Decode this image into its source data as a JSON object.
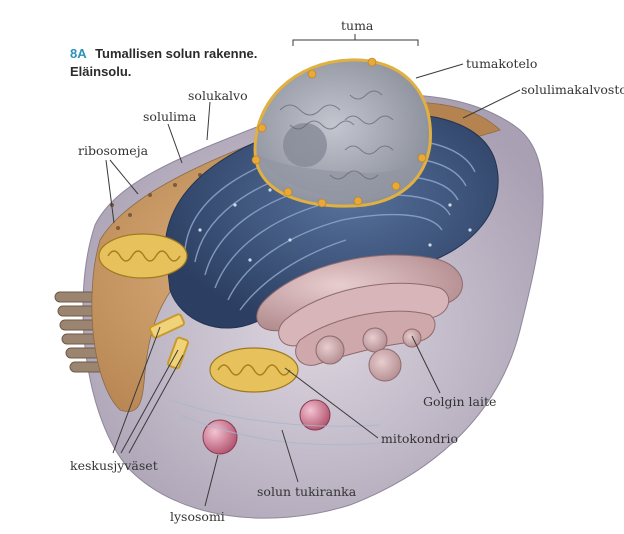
{
  "figure": {
    "number": "8A",
    "title_line1": "Tumallisen solun rakenne.",
    "title_line2": "Eläinsolu."
  },
  "labels": {
    "tuma": "tuma",
    "tumakotelo": "tumakotelo",
    "solulimakalvosto": "solulimakalvosto",
    "solukalvo": "solukalvo",
    "solulima": "solulima",
    "ribosomeja": "ribosomeja",
    "golgin_laite": "Golgin laite",
    "mitokondrio": "mitokondrio",
    "keskusjyvaset": "keskusjyväset",
    "solun_tukiranka": "solun tukiranka",
    "lysosomi": "lysosomi"
  },
  "colors": {
    "cell_outer": "#c9c2cf",
    "cytoplasm": "#c89a6a",
    "er": "#3e5a86",
    "nucleus": "#a9adb8",
    "nuclear_envelope": "#e0b040",
    "golgi": "#c8a3a6",
    "mitochondria": "#e7c15c",
    "lysosome": "#d58aa0",
    "accent": "#2a93b8"
  }
}
